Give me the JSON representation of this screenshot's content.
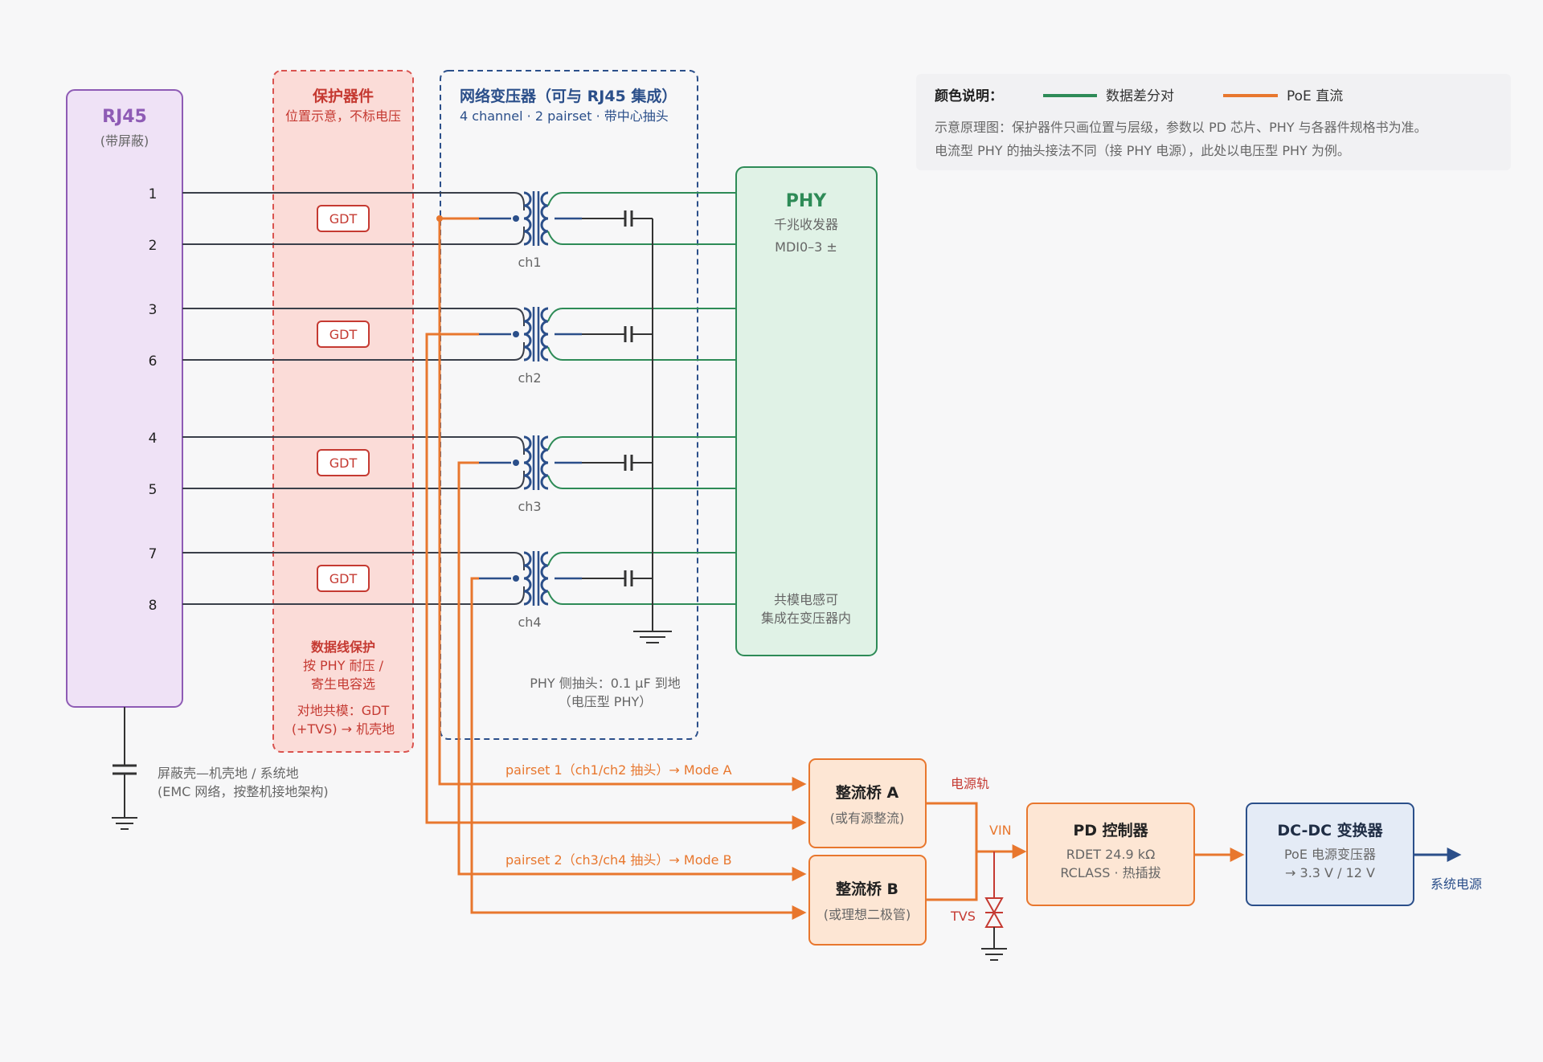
{
  "rj45": {
    "title": "RJ45",
    "subtitle": "(带屏蔽)"
  },
  "pins": [
    "1",
    "2",
    "3",
    "6",
    "4",
    "5",
    "7",
    "8"
  ],
  "protection": {
    "title": "保护器件",
    "subtitle": "位置示意，不标电压",
    "gdt_label": "GDT",
    "note1_title": "数据线保护",
    "note1_line1": "按 PHY 耐压 /",
    "note1_line2": "寄生电容选",
    "note2_line1": "对地共模：GDT",
    "note2_line2": "(+TVS) → 机壳地"
  },
  "transformer": {
    "title": "网络变压器（可与 RJ45 集成）",
    "subtitle": "4 channel · 2 pairset · 带中心抽头",
    "channels": [
      "ch1",
      "ch2",
      "ch3",
      "ch4"
    ],
    "note_line1": "PHY 侧抽头：0.1 μF 到地",
    "note_line2": "（电压型 PHY）"
  },
  "phy": {
    "title": "PHY",
    "line1": "千兆收发器",
    "line2": "MDI0–3 ±",
    "bottom_line1": "共模电感可",
    "bottom_line2": "集成在变压器内"
  },
  "legend": {
    "title": "颜色说明：",
    "data_label": "数据差分对",
    "poe_label": "PoE 直流",
    "note_line1": "示意原理图：保护器件只画位置与层级，参数以 PD 芯片、PHY 与各器件规格书为准。",
    "note_line2": "电流型 PHY 的抽头接法不同（接 PHY 电源），此处以电压型 PHY 为例。"
  },
  "shield": {
    "line1": "屏蔽壳—机壳地 / 系统地",
    "line2": "(EMC 网络，按整机接地架构)"
  },
  "pairset": {
    "label1": "pairset 1（ch1/ch2 抽头）→ Mode A",
    "label2": "pairset 2（ch3/ch4 抽头）→ Mode B"
  },
  "bridge_a": {
    "title": "整流桥 A",
    "subtitle": "(或有源整流)"
  },
  "bridge_b": {
    "title": "整流桥 B",
    "subtitle": "(或理想二极管)"
  },
  "rail": {
    "label": "电源轨",
    "vin": "VIN",
    "tvs": "TVS"
  },
  "pd": {
    "title": "PD 控制器",
    "line1": "RDET 24.9 kΩ",
    "line2": "RCLASS · 热插拔"
  },
  "dcdc": {
    "title": "DC-DC 变换器",
    "line1": "PoE 电源变压器",
    "line2": "→ 3.3 V / 12 V"
  },
  "output": {
    "label": "系统电源"
  },
  "colors": {
    "data": "#2e8b57",
    "poe": "#e8772e",
    "wire": "#3a3f4a",
    "transformer": "#2b4f8a",
    "rj45_accent": "#8e5bb5",
    "protection_accent": "#c53a32",
    "phy_accent": "#2e8b57"
  }
}
